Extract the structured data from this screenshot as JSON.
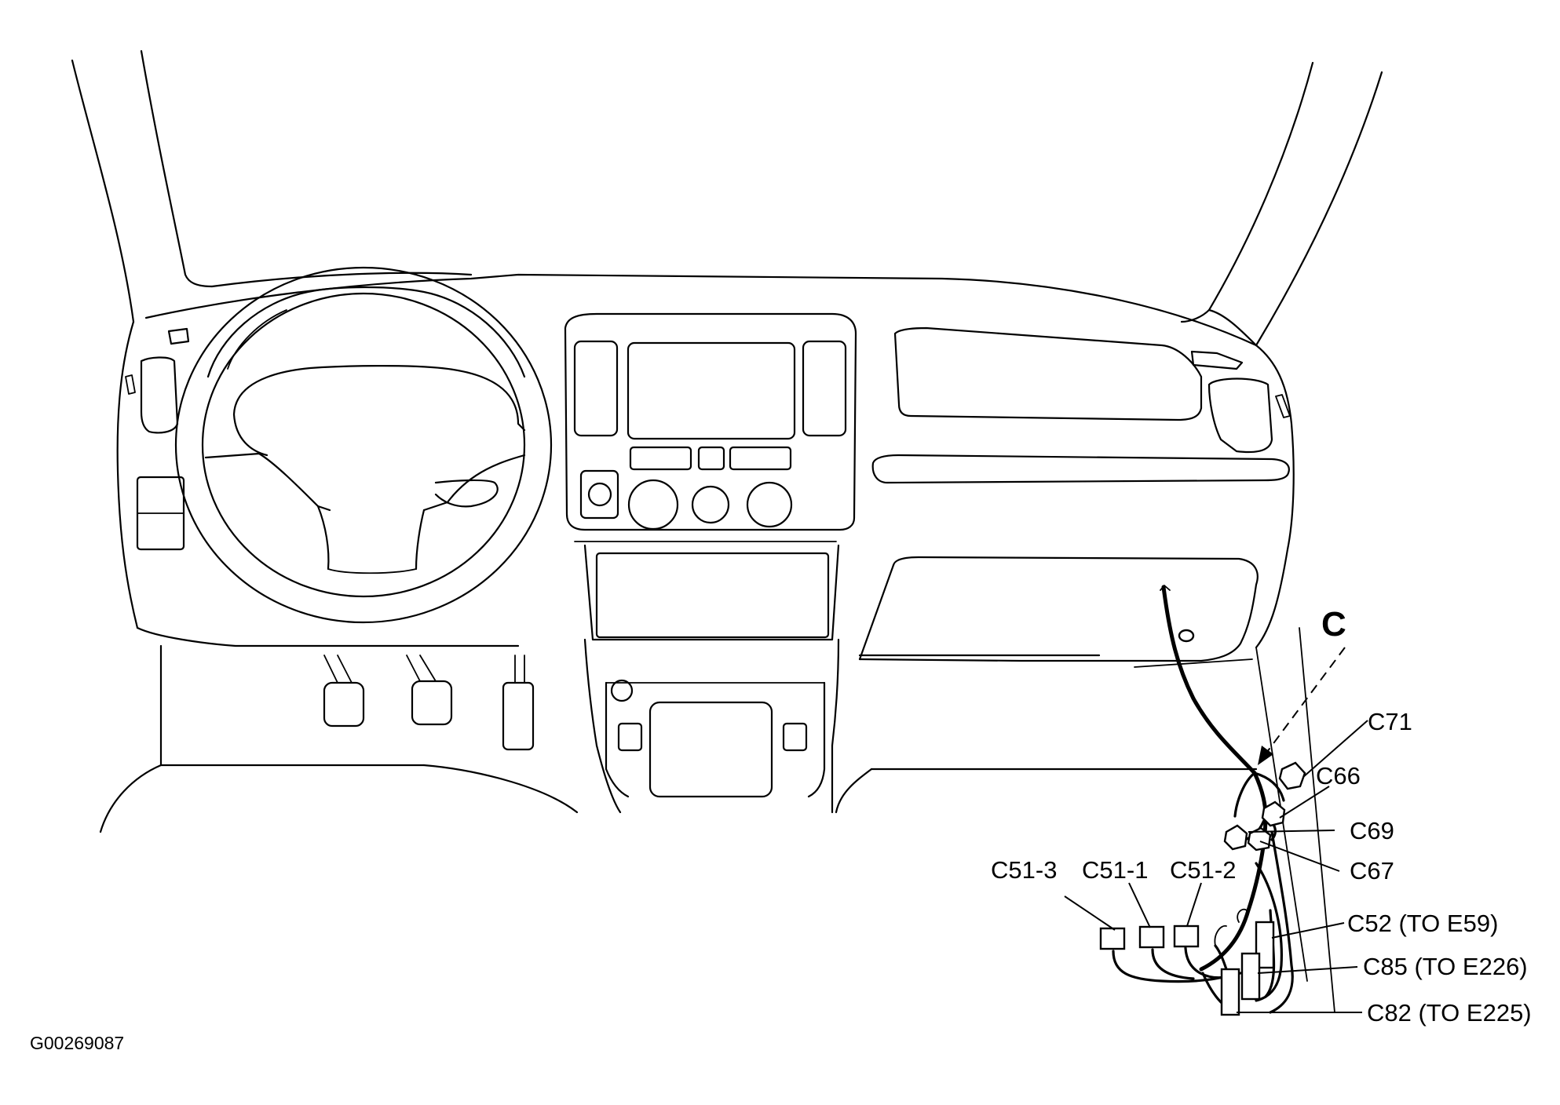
{
  "view_label": "C",
  "figure_id": "G00269087",
  "connectors": {
    "c71": "C71",
    "c66": "C66",
    "c69": "C69",
    "c67": "C67",
    "c51_3": "C51-3",
    "c51_1": "C51-1",
    "c51_2": "C51-2",
    "c52": "C52 (TO E59)",
    "c85": "C85 (TO E226)",
    "c82": "C82 (TO E225)"
  },
  "line_color": "#000000",
  "background_color": "#ffffff"
}
